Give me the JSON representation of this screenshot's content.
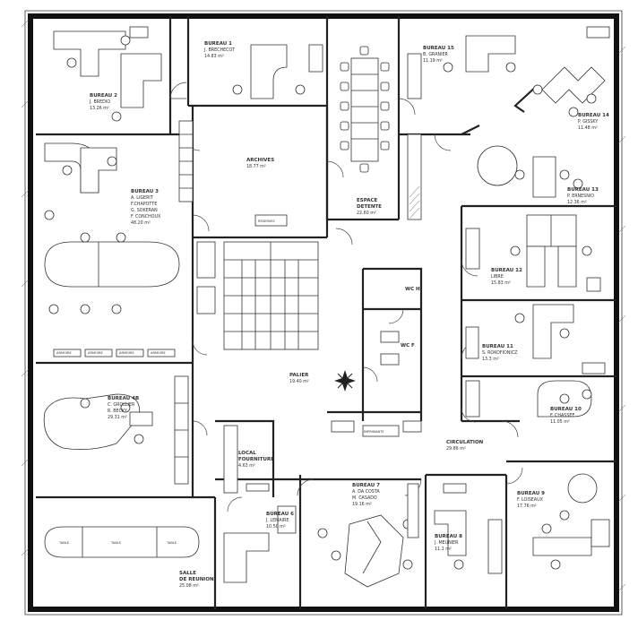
{
  "rooms": [
    {
      "id": "bureau-1",
      "lines": [
        "BUREAU 1",
        "J. BRECHECOT",
        "14.83 m²"
      ]
    },
    {
      "id": "bureau-2",
      "lines": [
        "BUREAU 2",
        "J. BREDIO",
        "13.26 m²"
      ]
    },
    {
      "id": "bureau-3",
      "lines": [
        "BUREAU 3",
        "A. LIGERIT",
        "F.CHAPOTTE",
        "G. SOKERAN",
        "F. CONCHOUX",
        "48.20 m²"
      ]
    },
    {
      "id": "archives",
      "lines": [
        "ARCHIVES",
        "18.77 m²"
      ]
    },
    {
      "id": "espace-detente",
      "lines": [
        "ESPACE",
        "DETENTE",
        "22.60 m²"
      ]
    },
    {
      "id": "bureau-15",
      "lines": [
        "BUREAU 15",
        "B. GRANIER",
        "11.19 m²"
      ]
    },
    {
      "id": "bureau-14",
      "lines": [
        "BUREAU 14",
        "P. GISSKY",
        "11.48 m²"
      ]
    },
    {
      "id": "bureau-13",
      "lines": [
        "BUREAU 13",
        "P. ERNESNIO",
        "12.36 m²"
      ]
    },
    {
      "id": "bureau-12",
      "lines": [
        "BUREAU 12",
        "LIBRE",
        "15.83 m²"
      ]
    },
    {
      "id": "bureau-11",
      "lines": [
        "BUREAU 11",
        "S. ROKOFIONICZ",
        "13.3 m²"
      ]
    },
    {
      "id": "bureau-10",
      "lines": [
        "BUREAU 10",
        "F. CHASSEE",
        "11.05 m²"
      ]
    },
    {
      "id": "bureau-9",
      "lines": [
        "BUREAU 9",
        "F. LOISEAUX",
        "17.76 m²"
      ]
    },
    {
      "id": "bureau-8",
      "lines": [
        "BUREAU 8",
        "J. MEUNIER",
        "11.1 m²"
      ]
    },
    {
      "id": "bureau-7",
      "lines": [
        "BUREAU 7",
        "A. DA COSTA",
        "M. CASADO",
        "19.16 m²"
      ]
    },
    {
      "id": "bureau-6",
      "lines": [
        "BUREAU 6",
        "J. LEMAIRE",
        "10.50 m²"
      ]
    },
    {
      "id": "bureau-4b",
      "lines": [
        "BUREAU 4B",
        "C. GROLLIER",
        "R. BECKY",
        "29.31 m²"
      ]
    },
    {
      "id": "salle-reunion",
      "lines": [
        "SALLE",
        "DE REUNION",
        "25.08 m²"
      ]
    },
    {
      "id": "local-fourniture",
      "lines": [
        "LOCAL",
        "FOURNITURE",
        "4.63 m²"
      ]
    },
    {
      "id": "palier",
      "lines": [
        "PALIER",
        "19.40 m²"
      ]
    },
    {
      "id": "circulation",
      "lines": [
        "CIRCULATION",
        "29.86 m²"
      ]
    },
    {
      "id": "wc-h",
      "lines": [
        "WC H"
      ]
    },
    {
      "id": "wc-f",
      "lines": [
        "WC F"
      ]
    }
  ],
  "furniture_labels": {
    "table": "TABLE",
    "armoire": "ARMOIRE",
    "reserves": "RESERVES",
    "imprimante": "IMPRIMANTE"
  },
  "colors": {
    "walls": "#222222",
    "furniture": "#333333",
    "background": "#ffffff"
  },
  "icons": [
    "compass-rose-icon"
  ]
}
